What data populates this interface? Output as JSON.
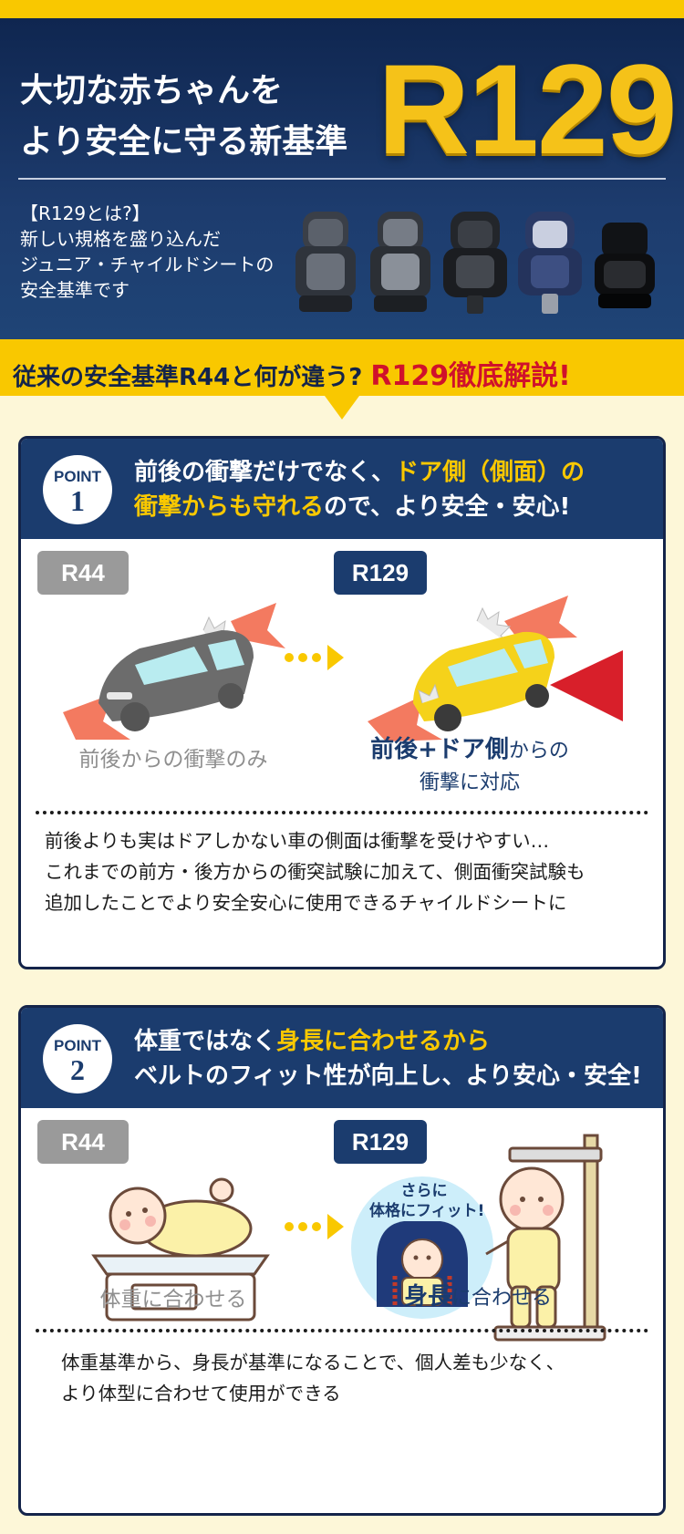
{
  "hero": {
    "title_line1": "大切な赤ちゃんを",
    "title_line2": "より安全に守る新基準",
    "code": "R129",
    "desc_line1": "【R129とは?】",
    "desc_line2": "新しい規格を盛り込んだ",
    "desc_line3": "ジュニア・チャイルドシートの",
    "desc_line4": "安全基準です"
  },
  "banner": {
    "text": "従来の安全基準R44と何が違う?",
    "accent": "R129徹底解説!"
  },
  "point1": {
    "label": "POINT",
    "number": "1",
    "head_a": "前後の衝撃だけでなく、",
    "head_b": "ドア側（側面）の",
    "head_c": "衝撃からも守れる",
    "head_d": "ので、より安全・安心!",
    "tag_old": "R44",
    "tag_new": "R129",
    "caption_old": "前後からの衝撃のみ",
    "caption_new_bold": "前後+ドア側",
    "caption_new_rest": "からの",
    "caption_new_line2": "衝撃に対応",
    "body_line1": "前後よりも実はドアしかない車の側面は衝撃を受けやすい…",
    "body_line2": "これまでの前方・後方からの衝突試験に加えて、側面衝突試験も",
    "body_line3": "追加したことでより安全安心に使用できるチャイルドシートに"
  },
  "point2": {
    "label": "POINT",
    "number": "2",
    "head_a": "体重ではなく",
    "head_b": "身長に合わせるから",
    "head_c": "ベルトのフィット性が向上し、より安心・安全!",
    "tag_old": "R44",
    "tag_new": "R129",
    "bubble_line1": "さらに",
    "bubble_line2": "体格にフィット!",
    "caption_old": "体重に合わせる",
    "caption_new_bold": "身長",
    "caption_new_rest": "に合わせる",
    "body_line1": "体重基準から、身長が基準になることで、個人差も少なく、",
    "body_line2": "より体型に合わせて使用ができる"
  },
  "colors": {
    "navy": "#1b3c6e",
    "yellow": "#f9c800",
    "red": "#d0112b",
    "cream": "#fdf7d8"
  }
}
